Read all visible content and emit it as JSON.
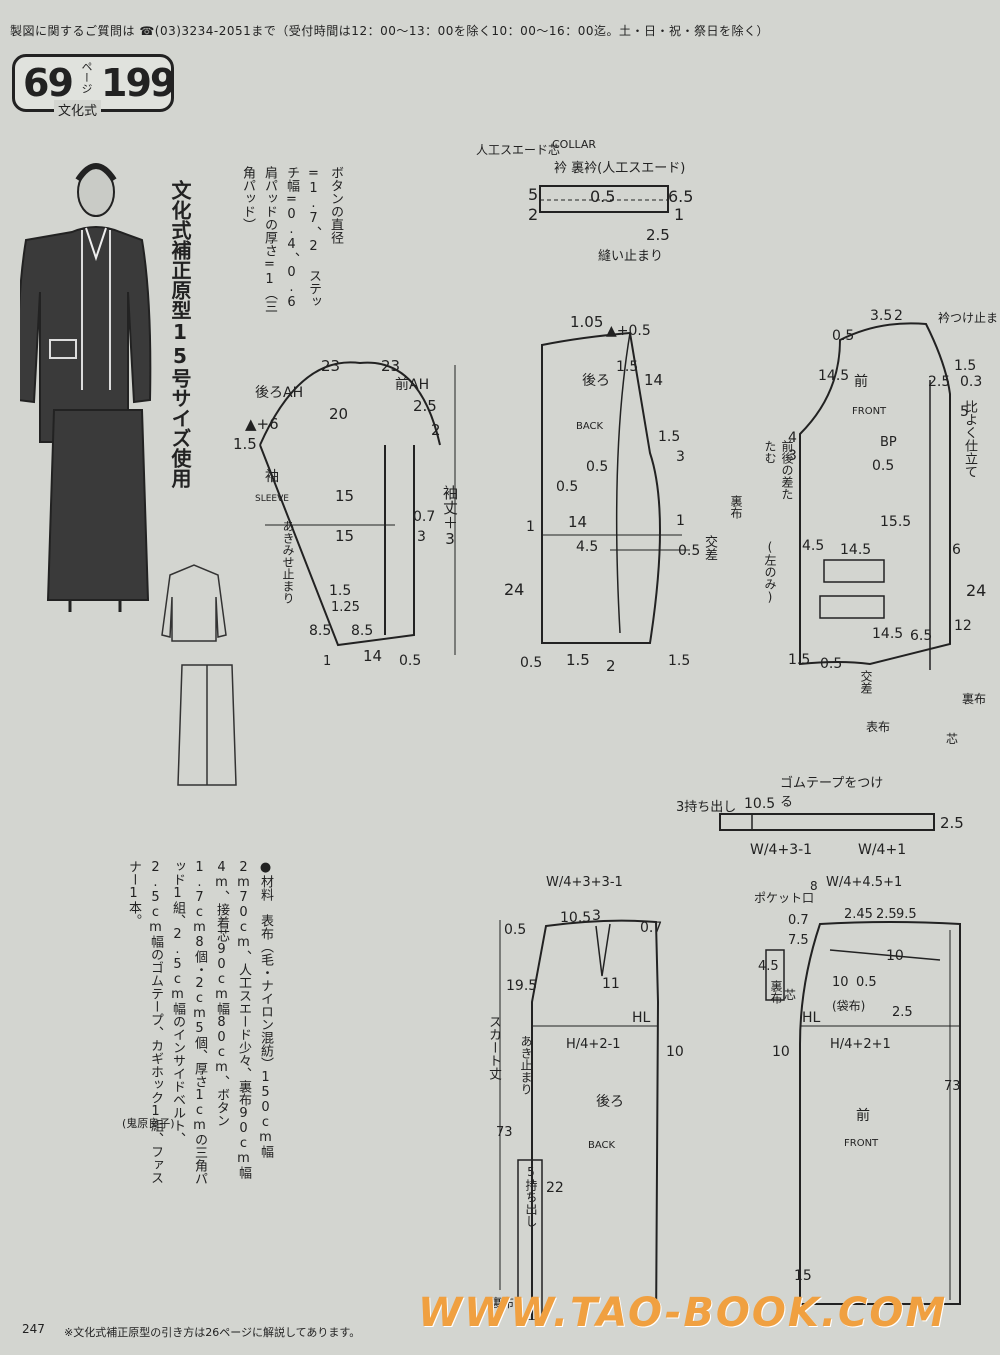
{
  "header": {
    "note": "製図に関するご質問は ☎(03)3234-2051まで（受付時間は12：00〜13：00を除く10：00〜16：00迄。土・日・祝・祭日を除く）",
    "page_ref_a": "69",
    "page_ref_pj": "ページ",
    "page_ref_b": "199",
    "method": "文化式"
  },
  "title": "文化式補正原型15号サイズ使用",
  "notes": {
    "buttons": "ボタンの直径=1.7、2",
    "stitch": "ステッチ幅=0.4、0.6",
    "pad": "肩パッドの厚さ=1（三角パッド）"
  },
  "collar": {
    "title_en": "COLLAR",
    "title_jp": "衿 裏衿(人工スエード)",
    "interfacing": "人工スエード芯",
    "n5": "5",
    "n2": "2",
    "n05": "0.5",
    "n65": "6.5",
    "n1": "1",
    "n25": "2.5",
    "seam_end": "縫い止まり"
  },
  "sleeve": {
    "jp": "袖",
    "en": "SLEEVE",
    "back_ah": "後ろAH",
    "front_ah": "前AH",
    "n23a": "23",
    "n23b": "23",
    "n20": "20",
    "n25": "2.5",
    "n2": "2",
    "n_a6": "▲+6",
    "n15a": "1.5",
    "n15b": "15",
    "n15c": "15",
    "n07": "0.7",
    "n3": "3",
    "n15d": "1.5",
    "n125": "1.25",
    "n85a": "8.5",
    "n85b": "8.5",
    "n14": "14",
    "n05": "0.5",
    "n1": "1",
    "opening": "あきみせ止まり",
    "length": "袖丈＋3"
  },
  "back": {
    "jp": "後ろ",
    "en": "BACK",
    "n105": "1.05",
    "n_a05": "▲+0.5",
    "n15a": "1.5",
    "n14a": "14",
    "n15b": "1.5",
    "n3": "3",
    "n05a": "0.5",
    "n05b": "0.5",
    "n1a": "1",
    "n14b": "14",
    "n1b": "1",
    "n45": "4.5",
    "n05c": "0.5",
    "n24": "24",
    "n05d": "0.5",
    "n15c": "1.5",
    "n2": "2",
    "n15d": "1.5",
    "koumi": "交差"
  },
  "front": {
    "jp": "前",
    "en": "FRONT",
    "n05": "0.5",
    "n35": "3.5",
    "n2": "2",
    "collar_end": "衿つけ止まり",
    "n15a": "1.5",
    "n145": "14.5",
    "n25": "2.5",
    "n03": "0.3",
    "n5": "5",
    "n4": "4",
    "n3a": "3",
    "bp": "BP",
    "n05b": "0.5",
    "n155": "15.5",
    "n6": "6",
    "n45": "4.5",
    "n145b": "14.5",
    "n24": "24",
    "n12": "12",
    "n15b": "1.5",
    "n145c": "14.5",
    "n65": "6.5",
    "n05c": "0.5",
    "dart_fold": "前後の差たたむ",
    "lining": "裏布",
    "left_only": "(左のみ)",
    "koumi": "交差",
    "hiyoku": "比よく仕立て",
    "omote": "表布",
    "shin": "芯"
  },
  "waistband": {
    "title": "ゴムテープをつける",
    "extension": "3持ち出し",
    "n105": "10.5",
    "n25": "2.5",
    "formula_a": "W/4+3-1",
    "formula_b": "W/4+1"
  },
  "skirt_back": {
    "jp": "後ろ",
    "en": "BACK",
    "formula_top": "W/4+3+3-1",
    "n05": "0.5",
    "n105": "10.5",
    "n3": "3",
    "n07": "0.7",
    "n11": "11",
    "n195": "19.5",
    "hl": "HL",
    "formula_hip": "H/4+2-1",
    "n10": "10",
    "skirt_len": "スカート丈",
    "len_val": "73",
    "opening": "あき止まり",
    "n22": "22",
    "extension": "5持ち出し",
    "lining": "裏布"
  },
  "skirt_front": {
    "jp": "前",
    "en": "FRONT",
    "pocket": "ポケット口",
    "n8": "8",
    "formula_top": "W/4+4.5+1",
    "n07": "0.7",
    "n75": "7.5",
    "n245": "2.45",
    "n25": "2.5",
    "n95": "9.5",
    "n45": "4.5",
    "n10a": "10",
    "n10b": "10",
    "n05": "0.5",
    "n25b": "2.5",
    "pocket_bag": "(袋布)",
    "hl": "HL",
    "formula_hip": "H/4+2+1",
    "len_val": "73",
    "n15": "15",
    "lining": "裏布",
    "shin": "芯"
  },
  "materials": "●材料　表布（毛・ナイロン混紡）150cm幅2m70cm、人工スエード少々、裏布90cm幅4m、接着芯90cm幅80cm、ボタン1.7cm8個・2cm5個、厚さ1cmの三角パッド1組、2.5cm幅のインサイドベルト、2.5cm幅のゴムテープ、カギホック1組、ファスナー1本。",
  "credit": "(鬼原良子)",
  "footer": {
    "page": "247",
    "note": "※文化式補正原型の引き方は26ページに解説してあります。"
  },
  "watermark": "WWW.TAO-BOOK.COM"
}
